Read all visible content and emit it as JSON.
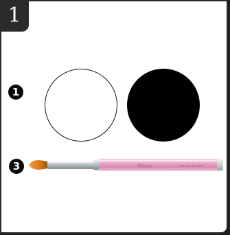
{
  "step": {
    "number": "1"
  },
  "markers": {
    "first": "1",
    "third": "3"
  },
  "brush": {
    "brand_text": "Mitsuss",
    "handle_text": "ART BRUSH PRO"
  },
  "colors": {
    "badge_background": "#2b2b2b",
    "handle_pink": "#e7a9c8",
    "bristle_orange": "#d9751c",
    "ferrule_silver": "#b9c2c4"
  }
}
